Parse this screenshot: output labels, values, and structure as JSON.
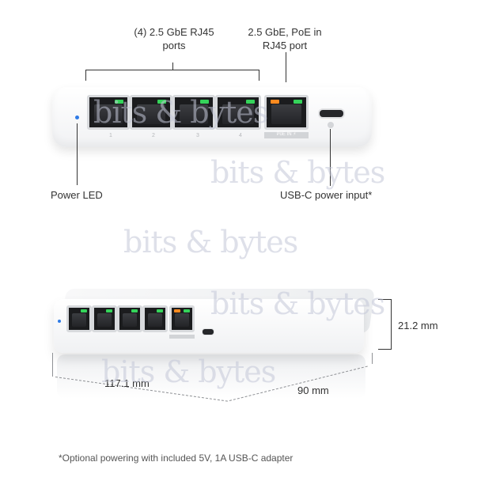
{
  "watermark": "bits & bytes",
  "top_view": {
    "label_ports": "(4) 2.5 GbE RJ45\nports",
    "label_poe": "2.5 GbE, PoE in\nRJ45 port",
    "label_power_led": "Power LED",
    "label_usbc": "USB-C power input*",
    "port_numbers": [
      "1",
      "2",
      "3",
      "4"
    ],
    "poe_tag": "PoE IN ⚡"
  },
  "bottom_view": {
    "dim_height": "21.2 mm",
    "dim_width": "117.1 mm",
    "dim_depth": "90 mm"
  },
  "footnote": "*Optional powering with included 5V, 1A USB-C adapter",
  "colors": {
    "led_green": "#35d35a",
    "led_orange": "#ff8a1f",
    "power_led": "#2f7be6"
  }
}
